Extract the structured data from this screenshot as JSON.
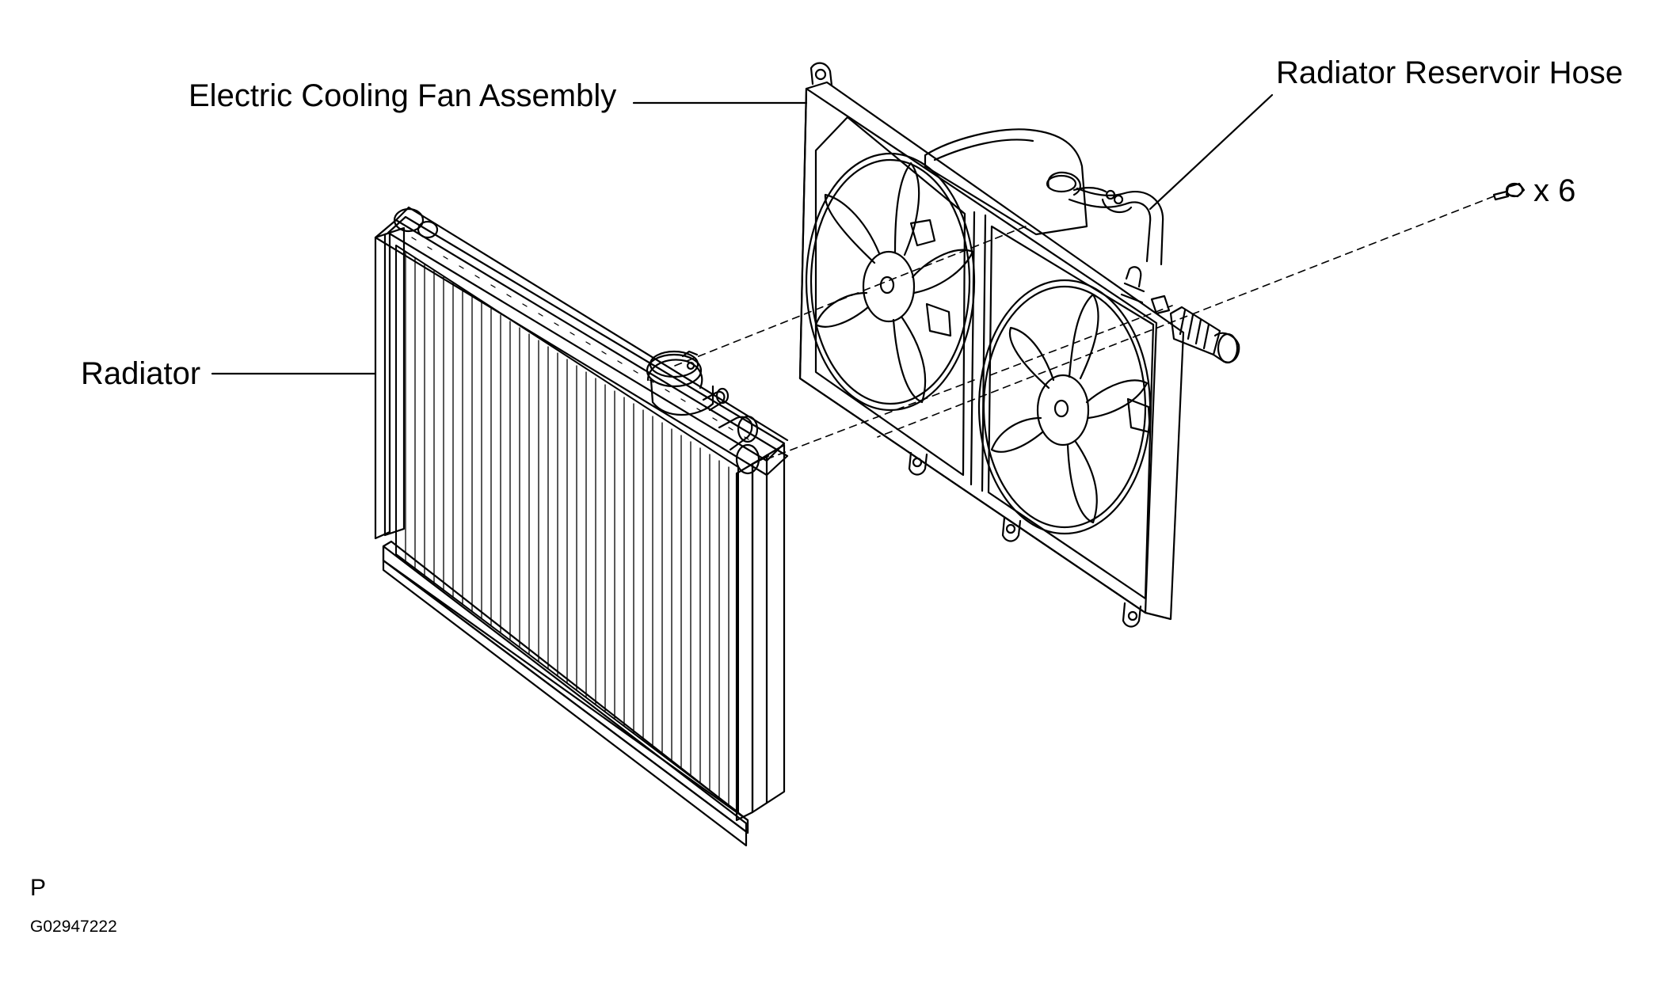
{
  "labels": {
    "electric_cooling_fan_assembly": "Electric Cooling Fan Assembly",
    "radiator_reservoir_hose": "Radiator Reservoir Hose",
    "radiator": "Radiator",
    "bolt_quantity": "x 6"
  },
  "footer": {
    "view_letter": "P",
    "figure_code": "G02947222"
  },
  "colors": {
    "line": "#000000",
    "background": "#ffffff"
  }
}
